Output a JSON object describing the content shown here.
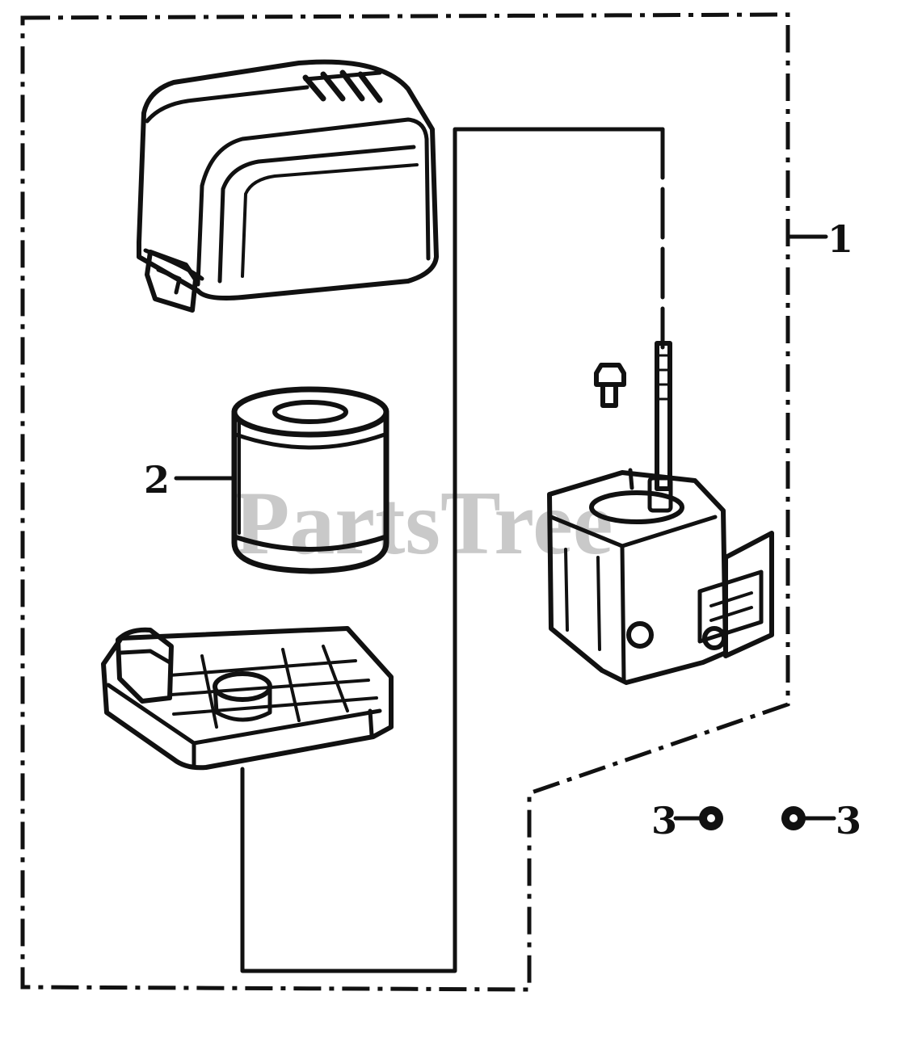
{
  "diagram": {
    "watermark": "PartsTree",
    "callouts": {
      "item1": "1",
      "item2": "2",
      "item3_left": "3",
      "item3_right": "3"
    },
    "colors": {
      "ink": "#111111",
      "background": "#ffffff",
      "watermark": "#c9c9c9"
    }
  }
}
